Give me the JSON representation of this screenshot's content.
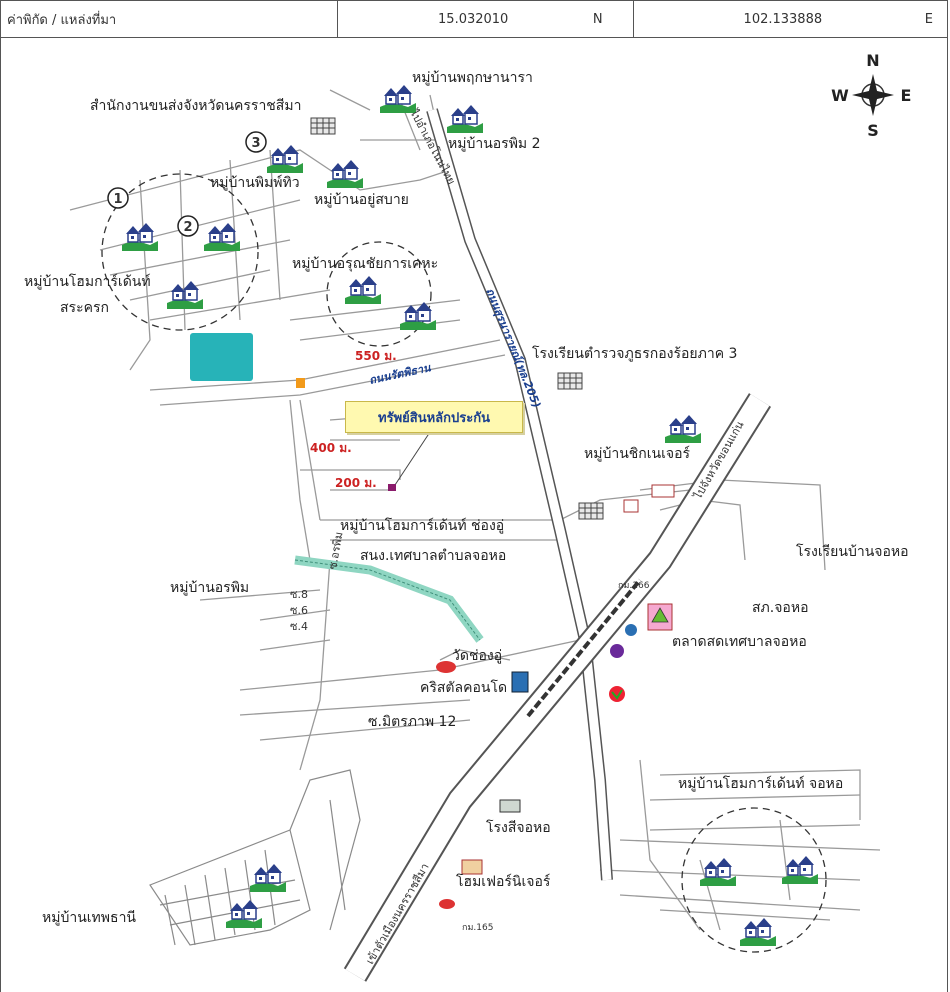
{
  "header": {
    "label": "ค่าพิกัด / แหล่งที่มา",
    "lat": "15.032010",
    "lat_dir": "N",
    "lon": "102.133888",
    "lon_dir": "E"
  },
  "compass": {
    "n": "N",
    "s": "S",
    "e": "E",
    "w": "W"
  },
  "callout": "ทรัพย์สินหลักประกัน",
  "places": {
    "office": "สำนักงานขนส่งจังหวัดนครราชสีมา",
    "v_pruksa": "หมู่บ้านพฤกษานารา",
    "v_orapim2": "หมู่บ้านอรพิม 2",
    "v_pimon": "หมู่บ้านพิมพ์ทิว",
    "v_yoosabai": "หมู่บ้านอยู่สบาย",
    "v_homegarden_sk1": "หมู่บ้านโฮมการ์เด้นท์",
    "v_homegarden_sk2": "สระครก",
    "v_arun": "หมู่บ้านอรุณชัยการเคหะ",
    "police_school": "โรงเรียนตำรวจภูธรกองร้อยภาค 3",
    "v_chickenorth": "หมู่บ้านชิกเนเจอร์",
    "v_homegarden_cy": "หมู่บ้านโฮมการ์เด้นท์ ช่องอู่",
    "municipal": "สนง.เทศบาลตำบลจอหอ",
    "school_jh": "โรงเรียนบ้านจอหอ",
    "v_orapim": "หมู่บ้านอรพิม",
    "police_jh": "สภ.จอหอ",
    "market": "ตลาดสดเทศบาลจอหอ",
    "temple": "วัดช่องอู่",
    "condo": "คริสตัลคอนโด",
    "soi_mitr": "ซ.มิตรภาพ 12",
    "v_homegarden_jh": "หมู่บ้านโฮมการ์เด้นท์ จอหอ",
    "mill": "โรงสีจอหอ",
    "furniture": "โฮมเฟอร์นิเจอร์",
    "v_tepthani": "หมู่บ้านเทพธานี"
  },
  "roads": {
    "ratchapitan": "ถนนรัตพิธาน",
    "to_khonkaen": "ไปจังหวัดขอนแก่น",
    "to_nakhon": "เข้าตัวเมืองนครราชสีมา",
    "to_ban_yong": "ไปอำเภอโนนไทย",
    "highway_205": "ถนนสุรนารายณ์(ทล.205)"
  },
  "distances": {
    "d550": "550 ม.",
    "d400": "400 ม.",
    "d200": "200 ม."
  },
  "markers": {
    "m1": "1",
    "m2": "2",
    "m3": "3"
  },
  "sois": {
    "s8": "ซ.8",
    "s6": "ซ.6",
    "s4": "ซ.4",
    "s_kkm": "ซ.อรพิม"
  },
  "km": {
    "km166": "กม.166",
    "km165": "กม.165"
  },
  "colors": {
    "house_green": "#2e9e44",
    "house_blue": "#2a3f8a",
    "pond": "#27b3b8",
    "canal": "#8fd6c2",
    "callout_bg": "#fff9b0"
  }
}
